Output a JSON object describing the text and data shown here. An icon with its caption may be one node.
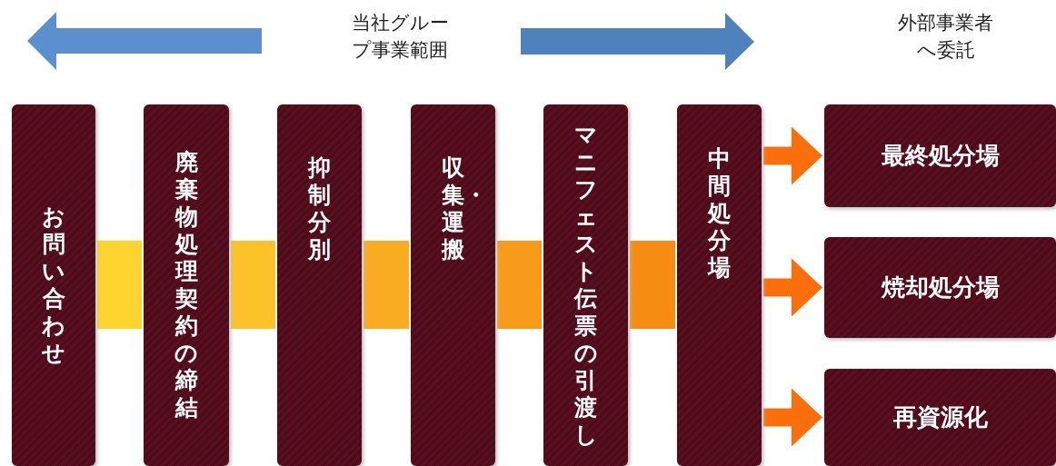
{
  "diagram": {
    "nodes": [
      {
        "text": [
          "お問い合わせ"
        ]
      },
      {
        "text": [
          "廃棄物処理契約の締結"
        ]
      },
      {
        "text": [
          "抑制分別"
        ]
      },
      {
        "text": [
          "収集・運搬"
        ]
      },
      {
        "text": [
          "マニフェスト伝票の引渡し"
        ]
      },
      {
        "text": [
          "中間処分場"
        ]
      },
      {
        "text": [
          "最終処分場"
        ]
      },
      {
        "text": [
          "焼却処分場"
        ]
      },
      {
        "text": [
          "再資源化"
        ]
      }
    ],
    "edges": [
      {
        "from": 0,
        "to": 1,
        "arrow": "none",
        "color": "#fdd52e"
      },
      {
        "from": 1,
        "to": 2,
        "arrow": "none",
        "color": "#fbc22a"
      },
      {
        "from": 2,
        "to": 3,
        "arrow": "none",
        "color": "#f9ac22"
      },
      {
        "from": 3,
        "to": 4,
        "arrow": "none",
        "color": "#f89a1a"
      },
      {
        "from": 4,
        "to": 5,
        "arrow": "none",
        "color": "#f78c12"
      },
      {
        "from": 5,
        "to": 6,
        "arrow": "to",
        "color": "#fb6e0c"
      },
      {
        "from": 5,
        "to": 7,
        "arrow": "to",
        "color": "#fb6e0c"
      },
      {
        "from": 5,
        "to": 8,
        "arrow": "to",
        "color": "#fb6e0c"
      }
    ],
    "labels": [
      "当社グループ事業範囲",
      "外部事業者へ委託"
    ]
  }
}
